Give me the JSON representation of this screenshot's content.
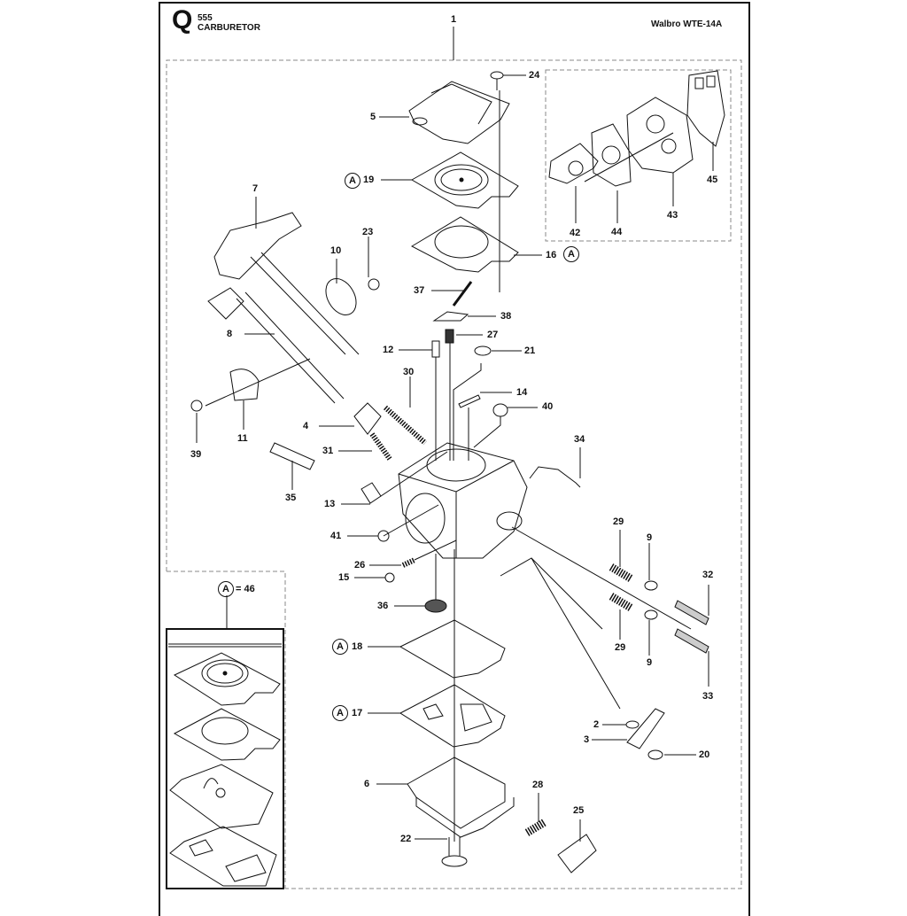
{
  "header": {
    "section_letter": "Q",
    "model": "555",
    "title": "CARBURETOR",
    "carburetor_model": "Walbro WTE-14A"
  },
  "kit": {
    "symbol": "A",
    "equals_label": "= 46",
    "contents": [
      "19",
      "16",
      "18",
      "17"
    ]
  },
  "callouts": {
    "p1": "1",
    "p2": "2",
    "p3": "3",
    "p4": "4",
    "p5": "5",
    "p6": "6",
    "p7": "7",
    "p8": "8",
    "p9a": "9",
    "p9b": "9",
    "p10": "10",
    "p11": "11",
    "p12": "12",
    "p13": "13",
    "p14": "14",
    "p15": "15",
    "p16": "16",
    "p17": "17",
    "p18": "18",
    "p19": "19",
    "p20": "20",
    "p21": "21",
    "p22": "22",
    "p23": "23",
    "p24": "24",
    "p25": "25",
    "p26": "26",
    "p27": "27",
    "p28": "28",
    "p29a": "29",
    "p29b": "29",
    "p30": "30",
    "p31": "31",
    "p32": "32",
    "p33": "33",
    "p34": "34",
    "p35": "35",
    "p36": "36",
    "p37": "37",
    "p38": "38",
    "p39": "39",
    "p40": "40",
    "p41": "41",
    "p42": "42",
    "p43": "43",
    "p44": "44",
    "p45": "45"
  },
  "kit_markers": {
    "m19": "A",
    "m16": "A",
    "m18": "A",
    "m17": "A"
  },
  "colors": {
    "ink": "#111111",
    "dash": "#888888",
    "paper": "#ffffff"
  }
}
